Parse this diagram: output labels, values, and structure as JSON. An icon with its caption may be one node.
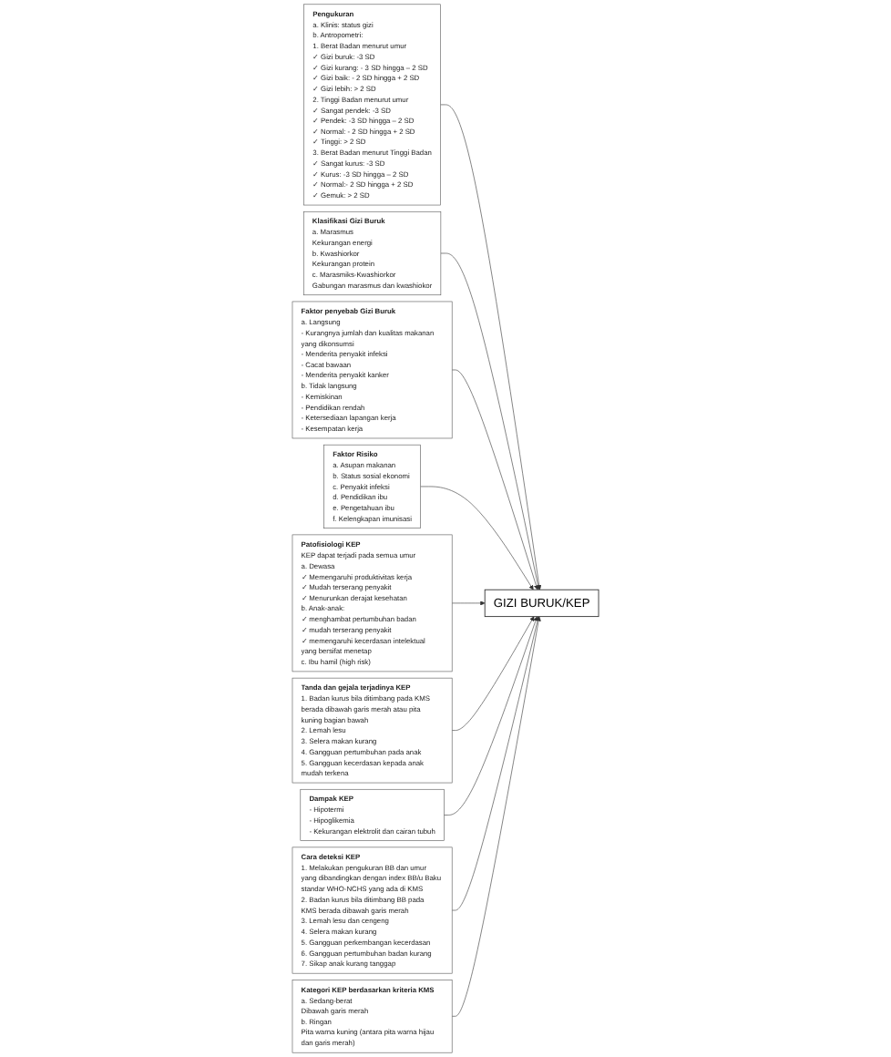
{
  "diagram": {
    "nodes": [
      {
        "text": [
          "Pengukuran",
          "a. Klinis: status gizi",
          "b. Antropometri:",
          "1. Berat Badan menurut umur",
          "✓ Gizi buruk: -3 SD",
          "✓ Gizi kurang: - 3 SD hingga – 2 SD",
          "✓ Gizi baik: - 2 SD hingga + 2 SD",
          "✓ Gizi lebih: > 2 SD",
          "2. Tinggi Badan menurut umur",
          "✓ Sangat pendek: -3 SD",
          "✓ Pendek: -3 SD hingga – 2 SD",
          "✓ Normal: - 2 SD hingga + 2 SD",
          "✓ Tinggi: > 2 SD",
          "3. Berat Badan menurut Tinggi Badan",
          "✓ Sangat kurus: -3 SD",
          "✓ Kurus: -3 SD hingga – 2 SD",
          "✓ Normal:- 2 SD hingga + 2 SD",
          "✓ Gemuk: > 2 SD"
        ]
      },
      {
        "text": [
          "Klasifikasi Gizi Buruk",
          "a. Marasmus",
          "Kekurangan energi",
          "b. Kwashiorkor",
          "Kekurangan protein",
          "c. Marasmiks-Kwashiorkor",
          "Gabungan marasmus dan kwashiokor"
        ]
      },
      {
        "text": [
          "Faktor penyebab Gizi Buruk",
          "a. Langsung",
          "- Kurangnya jumlah dan kualitas makanan yang dikonsumsi",
          "- Menderita penyakit infeksi",
          "- Cacat bawaan",
          "- Menderita penyakit kanker",
          "b. Tidak langsung",
          "- Kemiskinan",
          "- Pendidikan rendah",
          "- Ketersediaan lapangan kerja",
          "- Kesempatan kerja"
        ]
      },
      {
        "text": [
          "Faktor Risiko",
          "a. Asupan makanan",
          "b. Status sosial ekonomi",
          "c. Penyakit infeksi",
          "d. Pendidikan ibu",
          "e. Pengetahuan ibu",
          "f. Kelengkapan imunisasi"
        ]
      },
      {
        "text": [
          "Patofisiologi KEP",
          "KEP dapat terjadi pada semua umur",
          "a. Dewasa",
          "✓ Memengaruhi produktivitas kerja",
          "✓ Mudah terserang penyakit",
          "✓ Menurunkan derajat kesehatan",
          "b. Anak-anak:",
          "✓ menghambat pertumbuhan badan",
          "✓ mudah terserang penyakit",
          "✓ memengaruhi kecerdasan intelektual yang bersifat menetap",
          "c. Ibu hamil (high risk)"
        ]
      },
      {
        "text": [
          "Tanda dan gejala terjadinya KEP",
          "1. Badan kurus bila ditimbang pada KMS berada dibawah garis merah atau pita kuning bagian bawah",
          "2. Lemah lesu",
          "3. Selera makan kurang",
          "4. Gangguan pertumbuhan pada anak",
          "5. Gangguan kecerdasan kepada anak mudah terkena"
        ]
      },
      {
        "text": [
          "GIZI BURUK/KEP"
        ]
      },
      {
        "text": [
          "Dampak KEP",
          "- Hipotermi",
          "- Hipoglikemia",
          "- Kekurangan elektrolit dan cairan tubuh"
        ]
      },
      {
        "text": [
          "Cara deteksi KEP",
          "1. Melakukan pengukuran BB dan umur yang dibandingkan dengan index BB/u Baku standar WHO-NCHS yang ada di KMS",
          "2. Badan kurus bila ditimbang BB pada KMS berada dibawah garis merah",
          "3. Lemah lesu dan cengeng",
          "4. Selera makan kurang",
          "5. Gangguan perkembangan kecerdasan",
          "6. Gangguan pertumbuhan badan kurang",
          "7. Sikap anak kurang tanggap"
        ]
      },
      {
        "text": [
          "Kategori KEP berdasarkan kriteria KMS",
          "a. Sedang-berat",
          "Dibawah garis merah",
          "b. Ringan",
          "Pita warna kuning (antara pita warna hijau dan garis merah)"
        ]
      }
    ],
    "edges": [
      {
        "from": 0,
        "to": 6,
        "arrow": "to"
      },
      {
        "from": 1,
        "to": 6,
        "arrow": "to"
      },
      {
        "from": 2,
        "to": 6,
        "arrow": "to"
      },
      {
        "from": 3,
        "to": 6,
        "arrow": "to"
      },
      {
        "from": 4,
        "to": 6,
        "arrow": "to"
      },
      {
        "from": 5,
        "to": 6,
        "arrow": "to"
      },
      {
        "from": 7,
        "to": 6,
        "arrow": "to"
      },
      {
        "from": 8,
        "to": 6,
        "arrow": "to"
      },
      {
        "from": 9,
        "to": 6,
        "arrow": "to"
      }
    ]
  }
}
